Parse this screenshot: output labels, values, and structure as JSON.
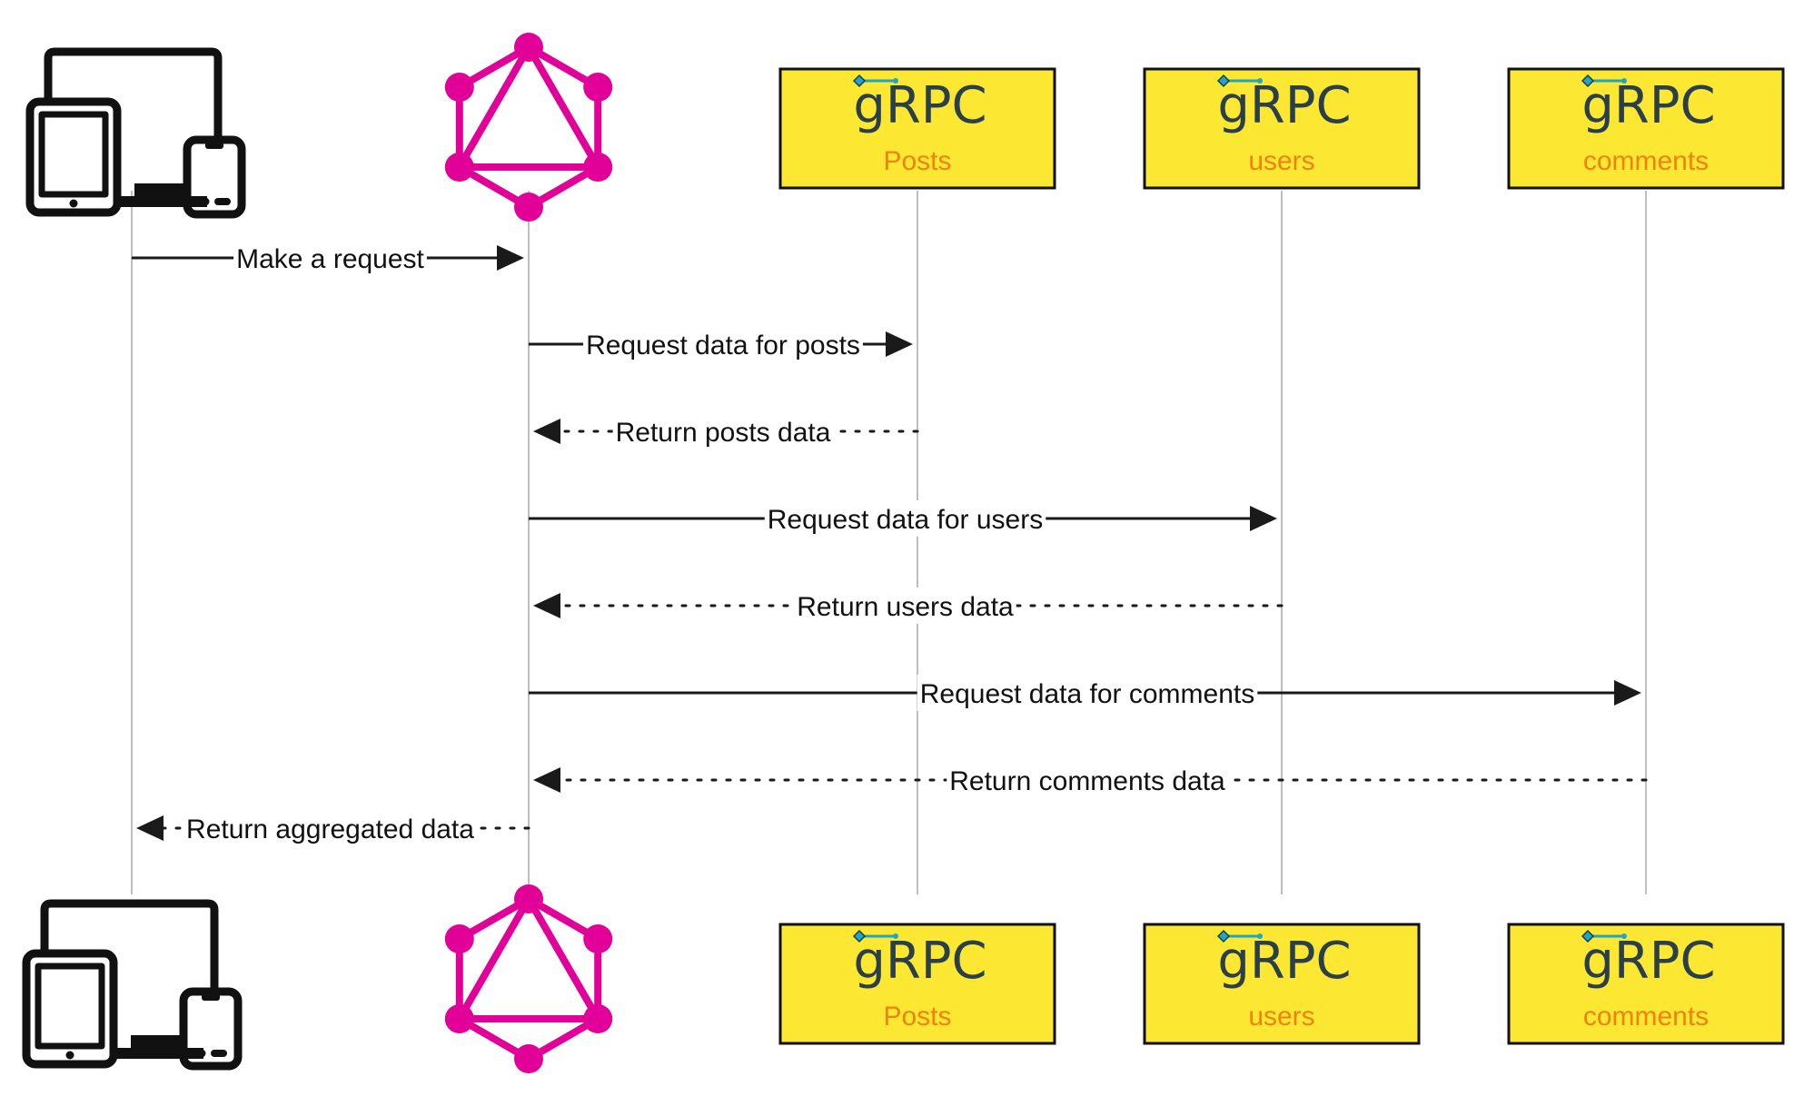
{
  "participants": [
    {
      "id": "client",
      "kind": "devices-icon"
    },
    {
      "id": "graphql",
      "kind": "graphql-icon"
    },
    {
      "id": "posts",
      "kind": "grpc-service",
      "logo_text": "gRPC",
      "label": "Posts"
    },
    {
      "id": "users",
      "kind": "grpc-service",
      "logo_text": "gRPC",
      "label": "users"
    },
    {
      "id": "comments",
      "kind": "grpc-service",
      "logo_text": "gRPC",
      "label": "comments"
    }
  ],
  "messages": [
    {
      "from": "client",
      "to": "graphql",
      "label": "Make a request",
      "style": "solid"
    },
    {
      "from": "graphql",
      "to": "posts",
      "label": "Request data for posts",
      "style": "solid"
    },
    {
      "from": "posts",
      "to": "graphql",
      "label": "Return posts data",
      "style": "dotted"
    },
    {
      "from": "graphql",
      "to": "users",
      "label": "Request data for users",
      "style": "solid"
    },
    {
      "from": "users",
      "to": "graphql",
      "label": "Return users data",
      "style": "dotted"
    },
    {
      "from": "graphql",
      "to": "comments",
      "label": "Request data for comments",
      "style": "solid"
    },
    {
      "from": "comments",
      "to": "graphql",
      "label": "Return comments data",
      "style": "dotted"
    },
    {
      "from": "graphql",
      "to": "client",
      "label": "Return aggregated data",
      "style": "dotted"
    }
  ],
  "colors": {
    "graphql": "#e10098",
    "service_fill": "#fce832",
    "service_label": "#f0820f",
    "grpc_text": "#2a3f4a",
    "grpc_mark": "#1ea6c8",
    "lifeline": "#a8a8a8",
    "arrow": "#1a1a1a",
    "icon": "#111111"
  }
}
